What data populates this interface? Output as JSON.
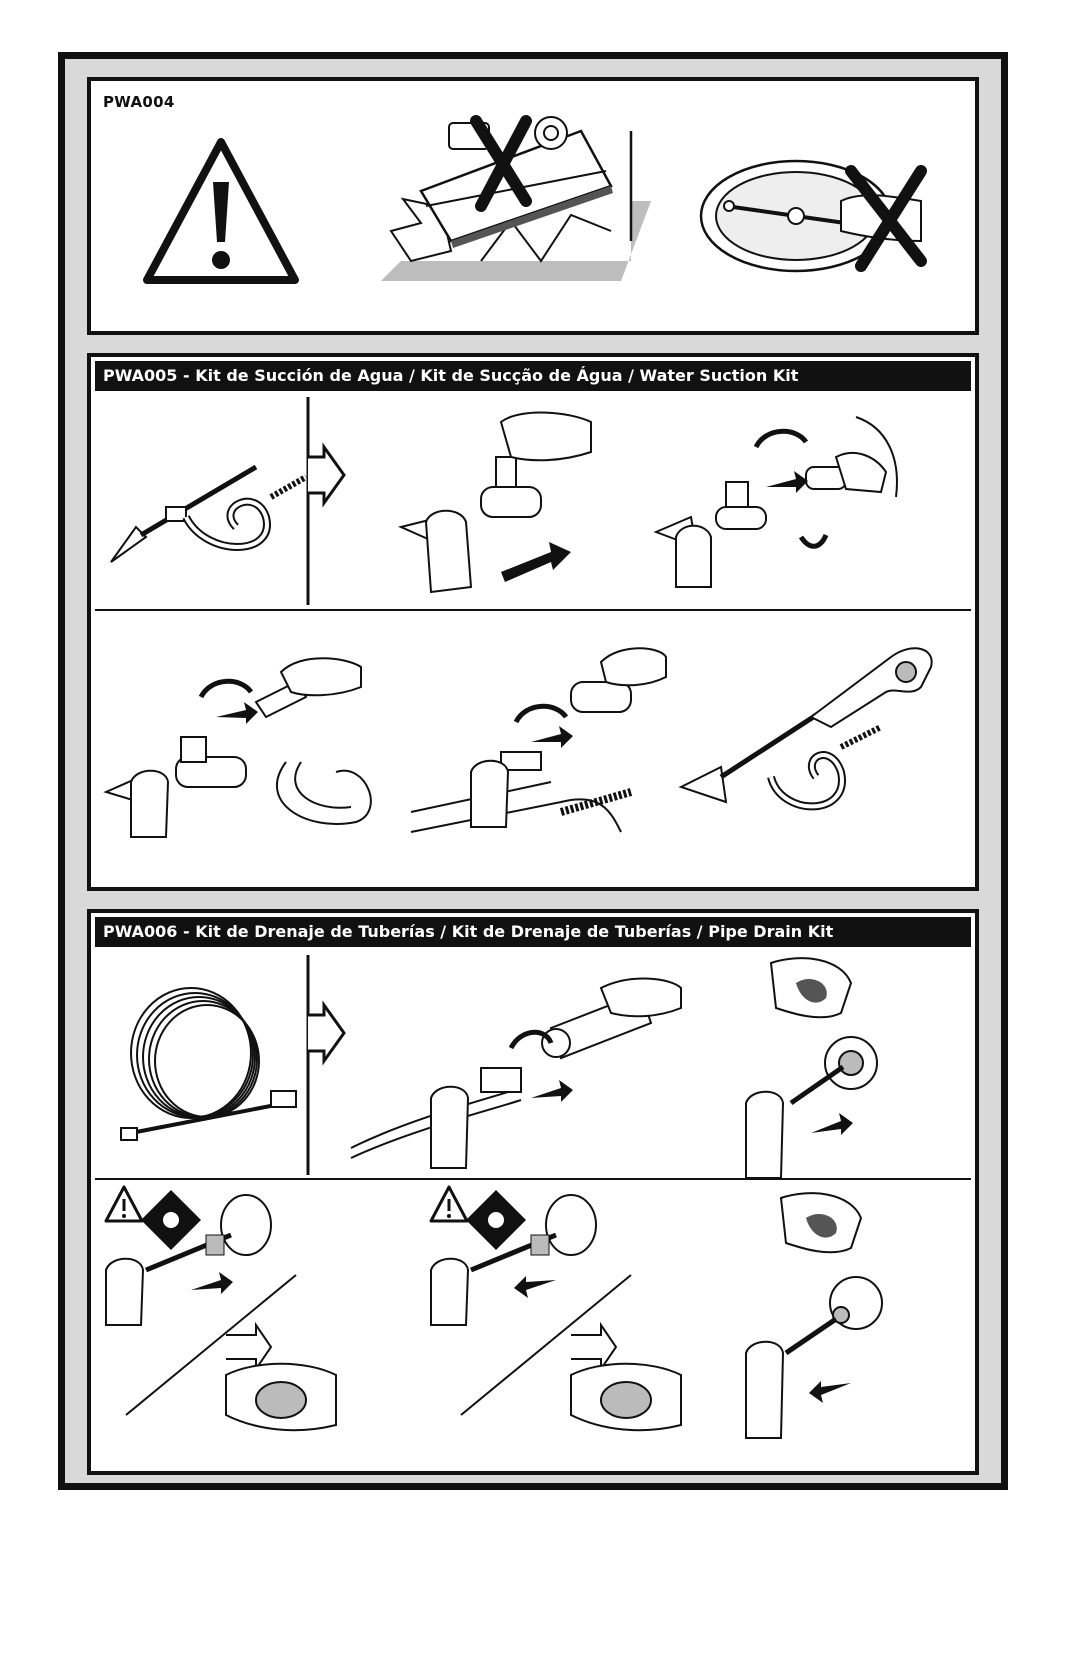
{
  "panels": [
    {
      "code": "PWA004"
    },
    {
      "title": "PWA005 - Kit de Succión de Agua / Kit de Sucção de Água / Water Suction Kit"
    },
    {
      "title": "PWA006 - Kit de Drenaje de Tuberías / Kit de Drenaje de Tuberías / Pipe Drain Kit"
    }
  ],
  "icons": {
    "warning": "warning-triangle-icon",
    "prohibited": "x-mark-icon",
    "arrow": "flow-arrow-icon",
    "eye_protection": "eye-protection-icon"
  }
}
